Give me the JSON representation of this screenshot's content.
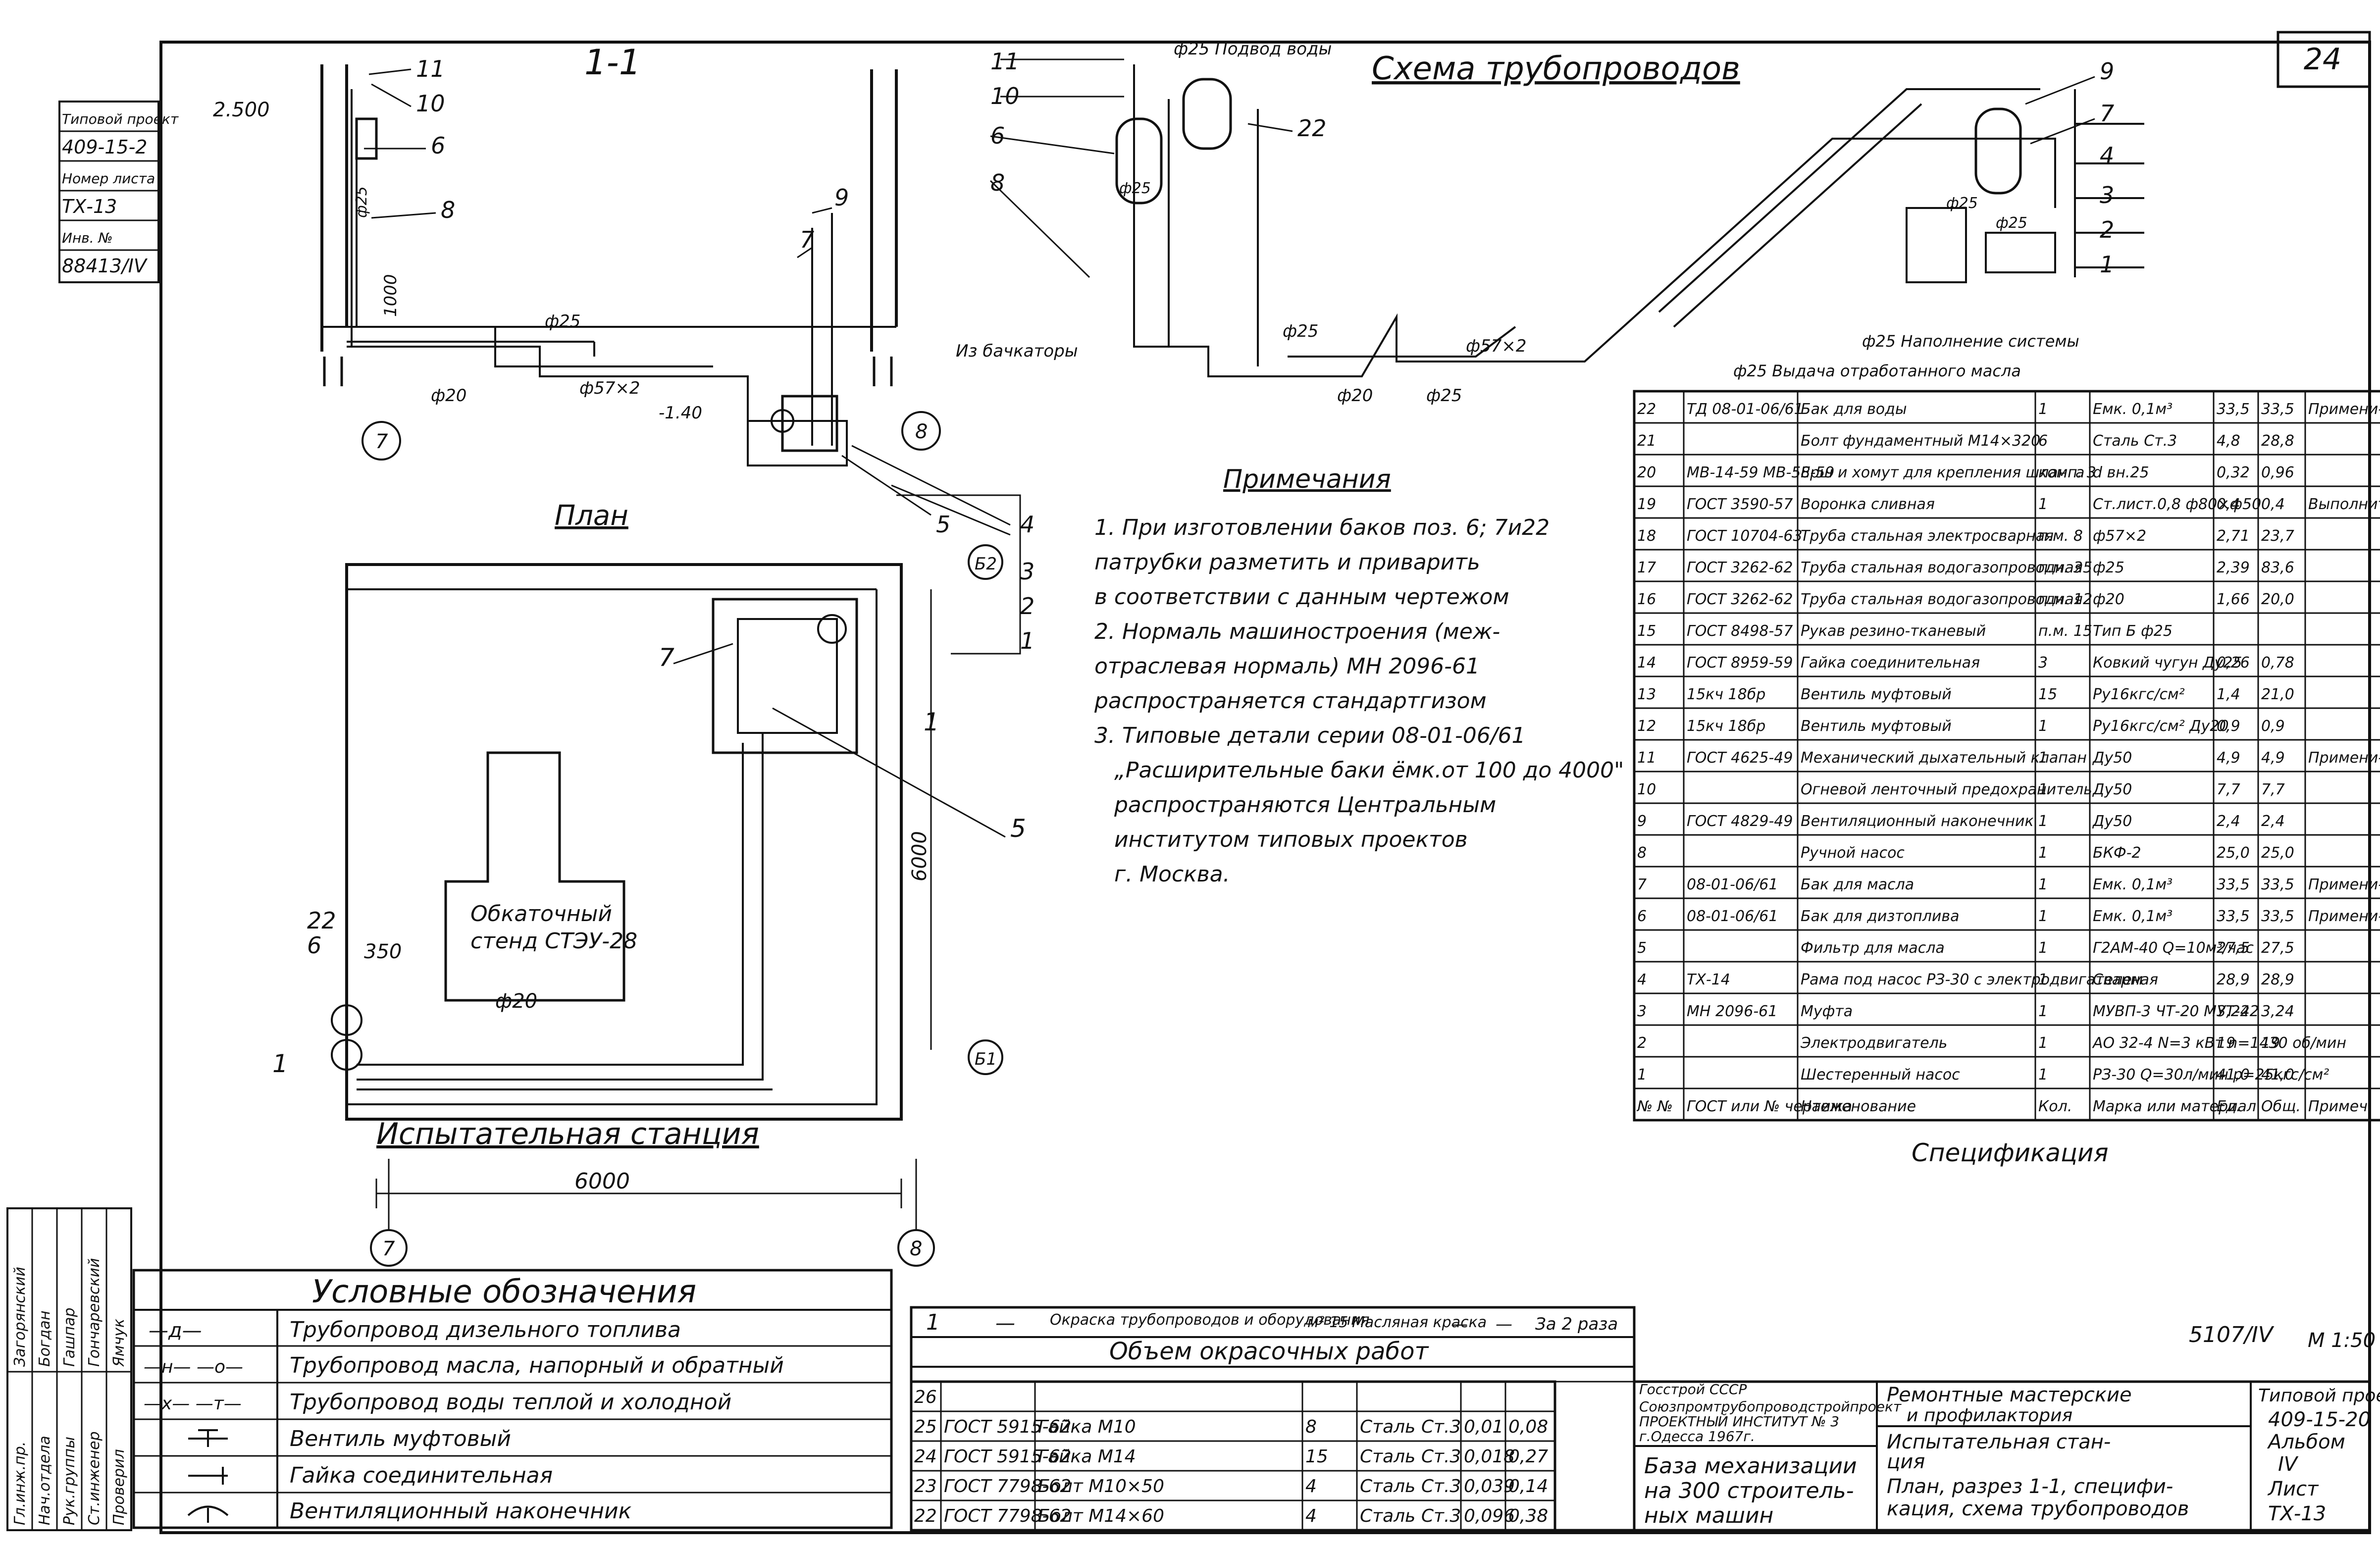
{
  "sheet_no": "24",
  "side_stamp": [
    "Типовой проект",
    "409-15-2",
    "Номер листа",
    "ТХ-13",
    "Инв. №",
    "88413/IV"
  ],
  "section": {
    "title": "1-1",
    "labels": [
      "11",
      "10",
      "6",
      "8",
      "9",
      "7",
      "2.500",
      "ф25",
      "ф25",
      "1000",
      "ф20",
      "ф57×2",
      "-1.40",
      "5",
      "4",
      "3",
      "2",
      "1",
      "7",
      "8"
    ]
  },
  "plan": {
    "title": "План",
    "stand_label": [
      "Обкаточный",
      "стенд СТЭУ-28"
    ],
    "pipe_label": "ф20",
    "station_label": "Испытательная станция",
    "dims": [
      "6000",
      "6000",
      "350"
    ],
    "marks": [
      "7",
      "5",
      "22",
      "6",
      "1",
      "1",
      "Б2",
      "Б1",
      "7",
      "8"
    ]
  },
  "scheme": {
    "title": "Схема трубопроводов",
    "labels": [
      "11",
      "10",
      "ф25 Подвод воды",
      "6",
      "22",
      "8",
      "Из бачкаторы",
      "ф25",
      "ф20",
      "ф25",
      "ф25",
      "ф57×2",
      "9",
      "7",
      "4",
      "3",
      "2",
      "1",
      "ф25",
      "ф25",
      "ф25 Наполнение системы",
      "ф25 Выдача отработанного масла"
    ]
  },
  "notes": {
    "title": "Примечания",
    "lines": [
      "1. При изготовлении баков поз. 6; 7и22",
      "патрубки разметить и приварить",
      "в соответствии с данным чертежом",
      "2. Нормаль машиностроения (меж-",
      "отраслевая нормаль) МН 2096-61",
      "распространяется стандартгизом",
      "3. Типовые детали серии 08-01-06/61",
      "„Расширительные баки ёмк.от 100 до 4000\"",
      "распространяются Центральным",
      "институтом типовых проектов",
      "г. Москва."
    ]
  },
  "spec": {
    "title": "Спецификация",
    "header": [
      "№ №",
      "ГОСТ или № чертежа",
      "Наименование",
      "Кол.",
      "Марка или материал",
      "Ед.",
      "Общ.",
      "Примеч."
    ],
    "rows": [
      [
        "22",
        "ТД 08-01-06/61",
        "Бак для воды",
        "1",
        "Емк. 0,1м³",
        "33,5",
        "33,5",
        "Примени-тельно"
      ],
      [
        "21",
        "",
        "Болт фундаментный М14×320",
        "6",
        "Сталь Ст.3",
        "4,8",
        "28,8",
        ""
      ],
      [
        "20",
        "МВ-14-59 МВ-58-59",
        "Ерш и хомут для крепления шланга",
        "комп. 3",
        "d вн.25",
        "0,32",
        "0,96",
        ""
      ],
      [
        "19",
        "ГОСТ 3590-57",
        "Воронка сливная",
        "1",
        "Ст.лист.0,8 ф80×ф50",
        "0,4",
        "0,4",
        "Выполнить по месту"
      ],
      [
        "18",
        "ГОСТ 10704-63",
        "Труба стальная электросварная",
        "п.м. 8",
        "ф57×2",
        "2,71",
        "23,7",
        ""
      ],
      [
        "17",
        "ГОСТ 3262-62",
        "Труба стальная водогазопроводная",
        "п.м. 35",
        "ф25",
        "2,39",
        "83,6",
        ""
      ],
      [
        "16",
        "ГОСТ 3262-62",
        "Труба стальная водогазопроводная",
        "п.м. 12",
        "ф20",
        "1,66",
        "20,0",
        ""
      ],
      [
        "15",
        "ГОСТ 8498-57",
        "Рукав резино-тканевый",
        "п.м. 15",
        "Тип Б ф25",
        "",
        "",
        ""
      ],
      [
        "14",
        "ГОСТ 8959-59",
        "Гайка соединительная",
        "3",
        "Ковкий чугун Ду25",
        "0,26",
        "0,78",
        ""
      ],
      [
        "13",
        "15кч 18бр",
        "Вентиль муфтовый",
        "15",
        "Ру16кгс/см²",
        "1,4",
        "21,0",
        ""
      ],
      [
        "12",
        "15кч 18бр",
        "Вентиль муфтовый",
        "1",
        "Ру16кгс/см² Ду20",
        "0,9",
        "0,9",
        ""
      ],
      [
        "11",
        "ГОСТ 4625-49",
        "Механический дыхательный клапан",
        "1",
        "Ду50",
        "4,9",
        "4,9",
        "Примени-тельно"
      ],
      [
        "10",
        "",
        "Огневой ленточный предохранитель",
        "1",
        "Ду50",
        "7,7",
        "7,7",
        ""
      ],
      [
        "9",
        "ГОСТ 4829-49",
        "Вентиляционный наконечник",
        "1",
        "Ду50",
        "2,4",
        "2,4",
        ""
      ],
      [
        "8",
        "",
        "Ручной насос",
        "1",
        "БКФ-2",
        "25,0",
        "25,0",
        ""
      ],
      [
        "7",
        "08-01-06/61",
        "Бак для масла",
        "1",
        "Емк. 0,1м³",
        "33,5",
        "33,5",
        "Примени-тельно"
      ],
      [
        "6",
        "08-01-06/61",
        "Бак для дизтоплива",
        "1",
        "Емк. 0,1м³",
        "33,5",
        "33,5",
        "Примени-тельно"
      ],
      [
        "5",
        "",
        "Фильтр для масла",
        "1",
        "Г2АМ-40 Q=10м³/час",
        "27,5",
        "27,5",
        ""
      ],
      [
        "4",
        "ТХ-14",
        "Рама под насос РЗ-30 с электродвигателем",
        "1",
        "Сварная",
        "28,9",
        "28,9",
        ""
      ],
      [
        "3",
        "МН 2096-61",
        "Муфта",
        "1",
        "МУВП-3 ЧТ-20 МУТ-22",
        "3,24",
        "3,24",
        ""
      ],
      [
        "2",
        "",
        "Электродвигатель",
        "1",
        "АО 32-4 N=3 кВт n=1430 об/мин",
        "19",
        "19",
        ""
      ],
      [
        "1",
        "",
        "Шестеренный насос",
        "1",
        "РЗ-30 Q=30л/мин p=25кгс/см²",
        "41,0",
        "41,0",
        ""
      ]
    ]
  },
  "legend": {
    "title": "Условные обозначения",
    "items": [
      {
        "symbol": "—д—",
        "text": "Трубопровод дизельного топлива"
      },
      {
        "symbol": "—н— —о—",
        "text": "Трубопровод масла, напорный и обратный"
      },
      {
        "symbol": "—х— —т—",
        "text": "Трубопровод воды теплой и холодной"
      },
      {
        "symbol": "вентиль",
        "text": "Вентиль муфтовый"
      },
      {
        "symbol": "гайка",
        "text": "Гайка соединительная"
      },
      {
        "symbol": "наконечник",
        "text": "Вентиляционный наконечник"
      }
    ]
  },
  "paint": {
    "row": [
      "1",
      "—",
      "Окраска трубопроводов и оборудования",
      "м² 15",
      "Масляная краска",
      "—",
      "—",
      "За 2 раза"
    ],
    "title": "Объем окрасочных работ"
  },
  "extra_spec": {
    "rows": [
      [
        "26",
        "",
        "",
        "",
        "",
        "",
        ""
      ],
      [
        "25",
        "ГОСТ 5915-62",
        "Гайка М10",
        "8",
        "Сталь Ст.3",
        "0,01",
        "0,08"
      ],
      [
        "24",
        "ГОСТ 5915-62",
        "Гайка М14",
        "15",
        "Сталь Ст.3",
        "0,018",
        "0,27"
      ],
      [
        "23",
        "ГОСТ 7798-62",
        "Болт М10×50",
        "4",
        "Сталь Ст.3",
        "0,039",
        "0,14"
      ],
      [
        "22",
        "ГОСТ 7798-62",
        "Болт М14×60",
        "4",
        "Сталь Ст.3",
        "0,096",
        "0,38"
      ]
    ]
  },
  "signatures": [
    "Гл.инж.пр.",
    "Нач.отдела",
    "Рук.группы",
    "Ст.инженер",
    "Проверил",
    "Загорянский",
    "Богдан",
    "Гашпар",
    "Гончаревский",
    "Ямчук"
  ],
  "title_block": {
    "archive_no": "5107/IV",
    "scale": "М 1:50",
    "org": [
      "Госстрой СССР",
      "Союзпромтрубопроводстройпроект",
      "ПРОЕКТНЫЙ ИНСТИТУТ № 3",
      "г.Одесса 1967г."
    ],
    "object": [
      "Ремонтные мастерские",
      "и профилактория"
    ],
    "sheet_content": [
      "Испытательная стан-",
      "ция",
      "План, разрез 1-1, специфи-",
      "кация, схема трубопроводов"
    ],
    "base": [
      "База механизации",
      "на 300 строитель-",
      "ных машин"
    ],
    "project": [
      "Типовой проект",
      "409-15-20",
      "Альбом",
      "IV",
      "Лист",
      "ТХ-13"
    ]
  }
}
